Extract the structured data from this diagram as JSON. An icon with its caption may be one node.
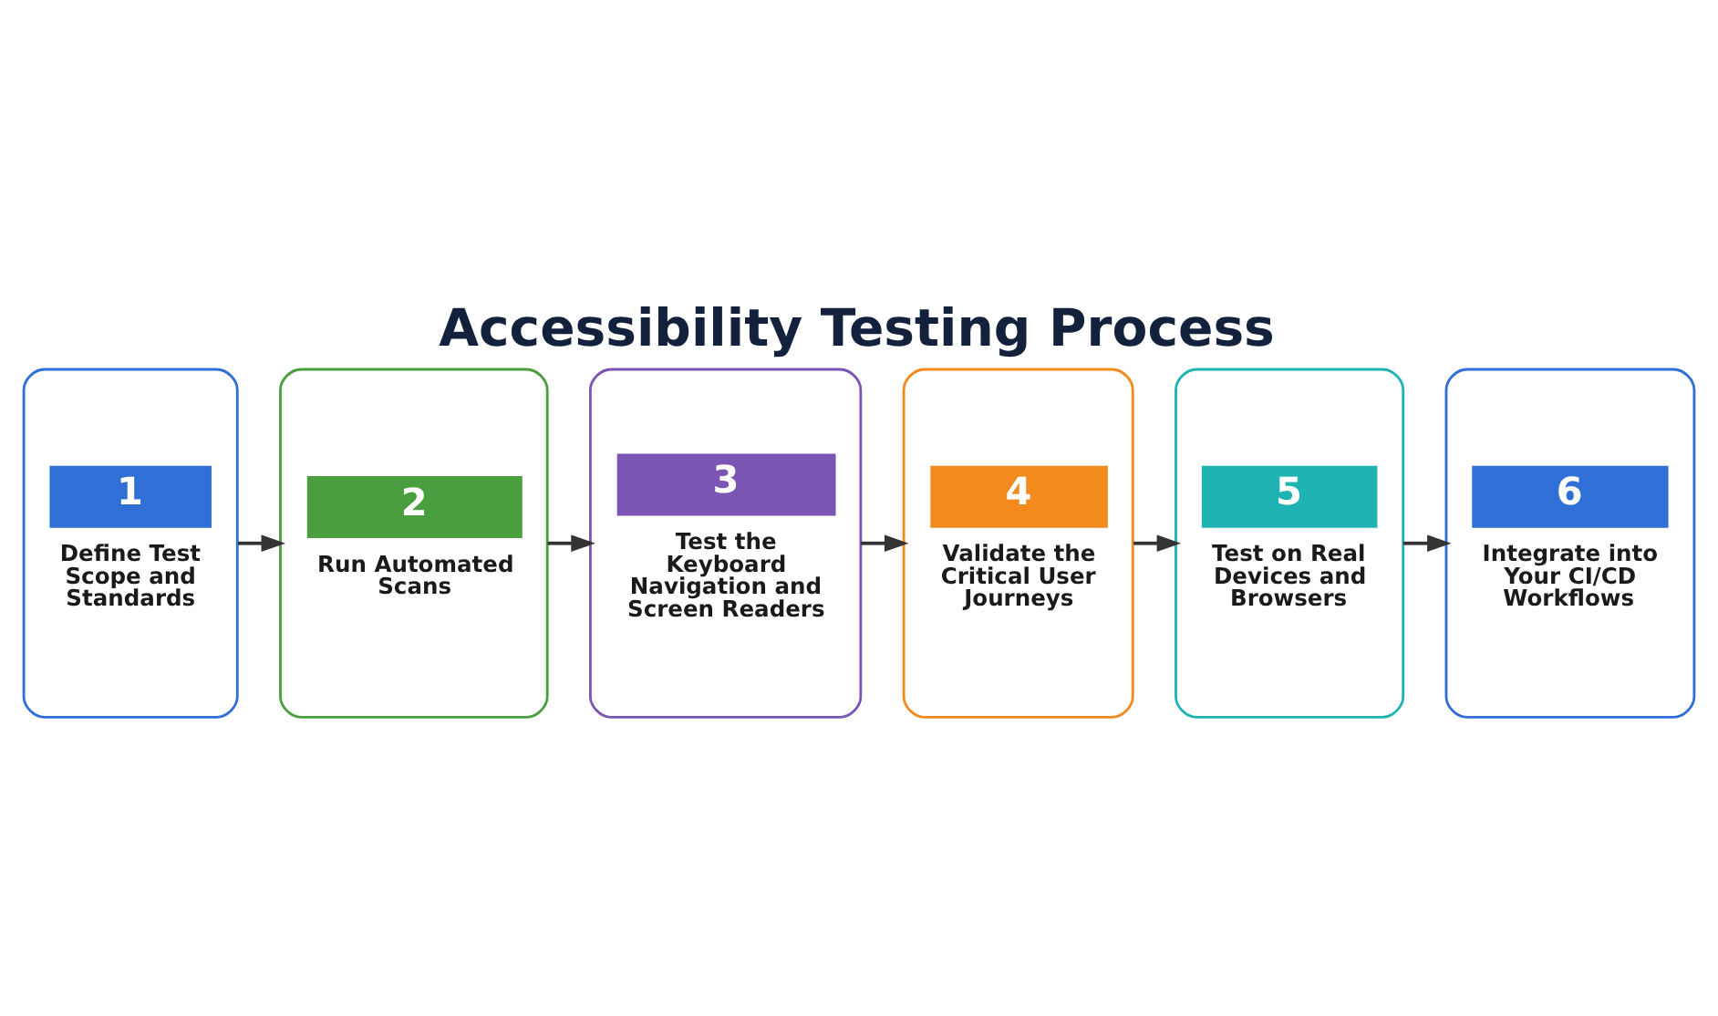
{
  "diagram": {
    "title": "Accessibility Testing Process",
    "nodes": [
      {
        "text": [
          "1",
          "Define Test Scope and Standards"
        ]
      },
      {
        "text": [
          "2",
          "Run Automated Scans"
        ]
      },
      {
        "text": [
          "3",
          "Test the Keyboard Navigation and Screen Readers"
        ]
      },
      {
        "text": [
          "4",
          "Validate the Critical User Journeys"
        ]
      },
      {
        "text": [
          "5",
          "Test on Real Devices and Browsers"
        ]
      },
      {
        "text": [
          "6",
          "Integrate into Your CI/CD Workflows"
        ]
      }
    ],
    "edges": [
      {
        "from": 0,
        "to": 1,
        "arrow": "to"
      },
      {
        "from": 1,
        "to": 2,
        "arrow": "to"
      },
      {
        "from": 2,
        "to": 3,
        "arrow": "to"
      },
      {
        "from": 3,
        "to": 4,
        "arrow": "to"
      },
      {
        "from": 4,
        "to": 5,
        "arrow": "to"
      }
    ]
  }
}
